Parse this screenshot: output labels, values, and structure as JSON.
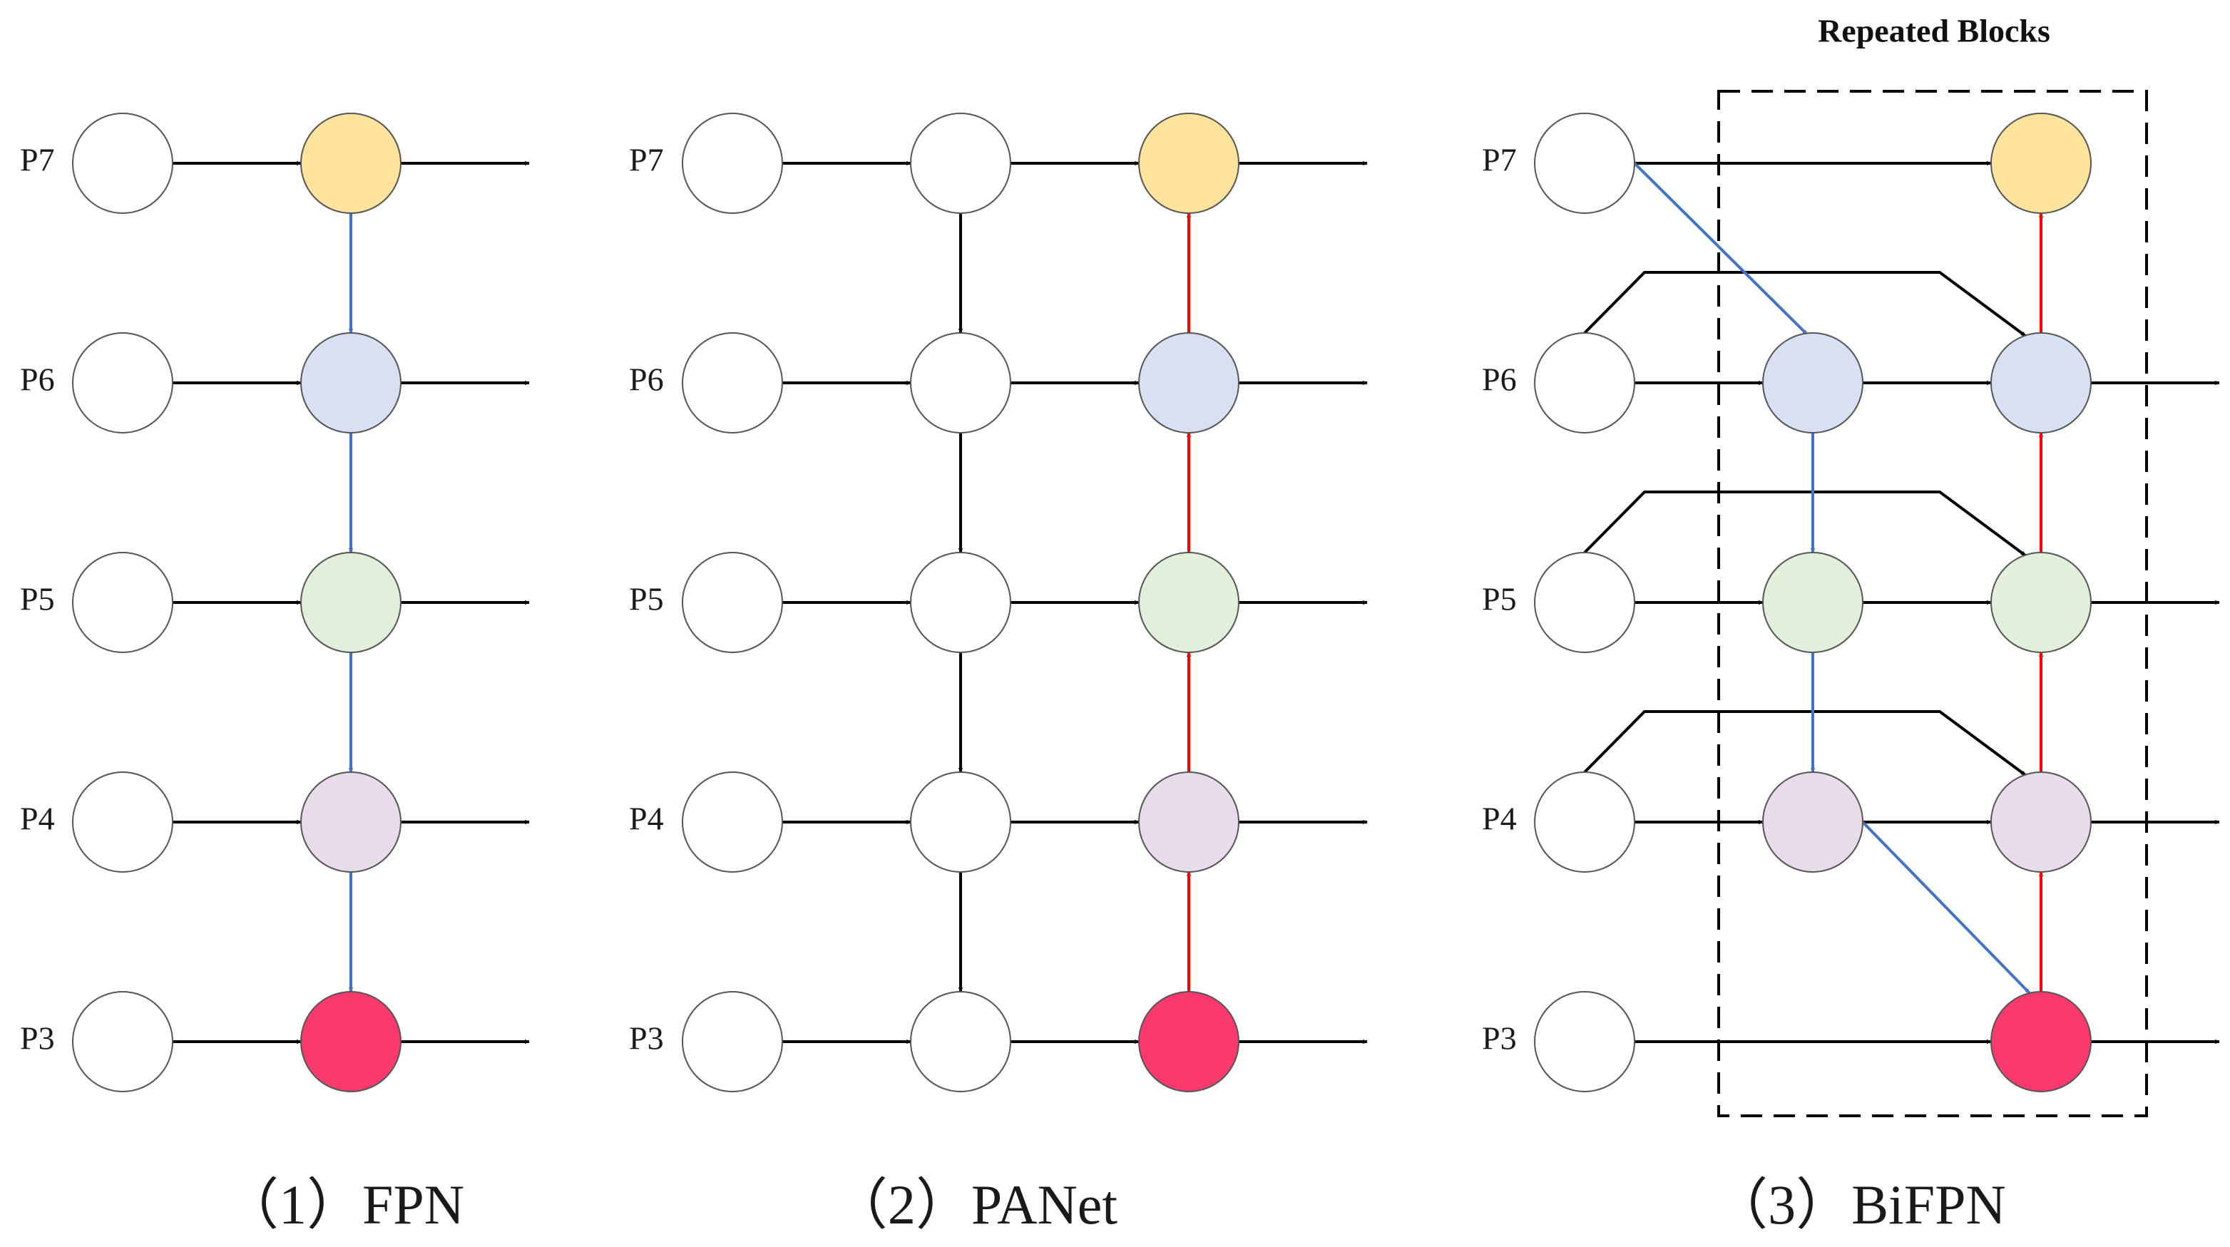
{
  "colors": {
    "p7": "#fde39c",
    "p6": "#dae0f3",
    "p5": "#e2efda",
    "p4": "#e8dcea",
    "p3": "#fa3a6c",
    "input": "#ffffff",
    "edge_black": "#000000",
    "edge_blue": "#4472c4",
    "edge_red": "#ff0000"
  },
  "levels": [
    "P7",
    "P6",
    "P5",
    "P4",
    "P3"
  ],
  "panels": [
    {
      "id": "fpn",
      "caption": "（1）FPN"
    },
    {
      "id": "panet",
      "caption": "（2）PANet"
    },
    {
      "id": "bifpn",
      "caption": "（3）BiFPN",
      "block_title": "Repeated Blocks"
    }
  ]
}
